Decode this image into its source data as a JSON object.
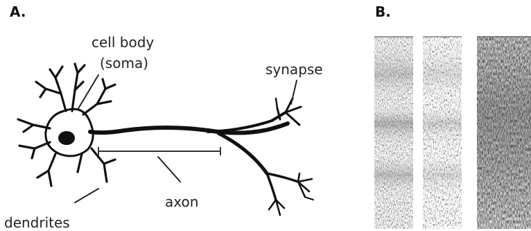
{
  "panel_a": {
    "label": "A.",
    "labels": {
      "cell_body_line1": "cell body",
      "cell_body_line2": "(soma)",
      "synapse": "synapse",
      "axon": "axon",
      "dendrites": "dendrites"
    }
  },
  "panel_b": {
    "label": "B."
  },
  "colors": {
    "ink": "#111111",
    "background": "#ffffff"
  }
}
